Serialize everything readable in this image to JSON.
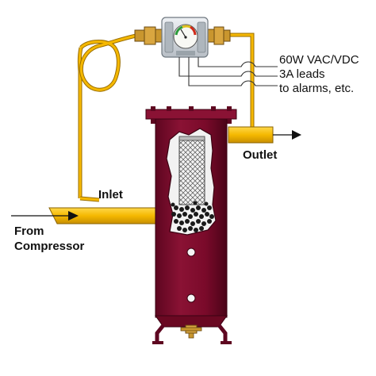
{
  "labels": {
    "power_line1": "60W VAC/VDC",
    "power_line2": "3A leads",
    "power_line3": "to alarms, etc.",
    "outlet": "Outlet",
    "inlet": "Inlet",
    "from_line1": "From",
    "from_line2": "Compressor"
  },
  "colors": {
    "vessel": "#7a0a2a",
    "vessel_dark": "#4a0418",
    "pipe": "#f5b800",
    "pipe_outline": "#9a6e00",
    "gauge_body": "#d8dde2",
    "cutaway": "#f2f2f2",
    "wire": "#333333"
  },
  "icons": [
    "gauge-icon",
    "arrow-icon",
    "filter-element-icon",
    "drain-valve-icon"
  ]
}
